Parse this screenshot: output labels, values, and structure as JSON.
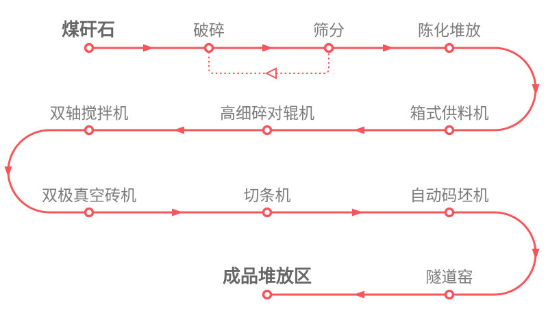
{
  "diagram": {
    "type": "process-flow",
    "subject": "brick production line flow",
    "nodes": [
      {
        "label": "煤矸石",
        "emphasis": true
      },
      {
        "label": "破碎",
        "emphasis": false
      },
      {
        "label": "筛分",
        "emphasis": false
      },
      {
        "label": "陈化堆放",
        "emphasis": false
      },
      {
        "label": "双轴搅拌机",
        "emphasis": false
      },
      {
        "label": "高细碎对辊机",
        "emphasis": false
      },
      {
        "label": "箱式供料机",
        "emphasis": false
      },
      {
        "label": "双极真空砖机",
        "emphasis": false
      },
      {
        "label": "切条机",
        "emphasis": false
      },
      {
        "label": "自动码坯机",
        "emphasis": false
      },
      {
        "label": "成品堆放区",
        "emphasis": true
      },
      {
        "label": "隧道窑",
        "emphasis": false
      }
    ],
    "flow_order": [
      "煤矸石",
      "破碎",
      "筛分",
      "陈化堆放",
      "箱式供料机",
      "高细碎对辊机",
      "双轴搅拌机",
      "双极真空砖机",
      "切条机",
      "自动码坯机",
      "隧道窑",
      "成品堆放区"
    ],
    "feedback_loop": {
      "from": "筛分",
      "to": "破碎",
      "style": "dotted"
    },
    "colors": {
      "line": "#f8555a",
      "label": "#7b7b7b",
      "label_emphasis": "#666666",
      "node_fill": "#ffffff",
      "background": "#ffffff"
    }
  }
}
